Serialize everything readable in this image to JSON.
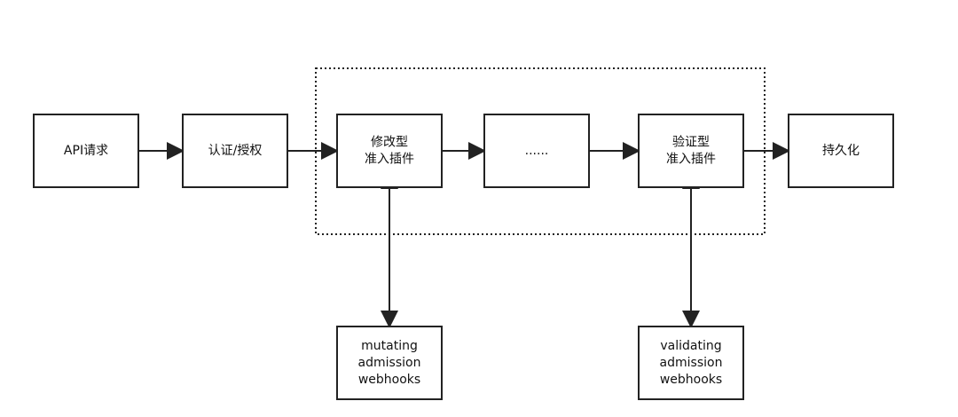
{
  "diagram": {
    "nodes": [
      {
        "id": "api-request",
        "lines": [
          "API请求"
        ]
      },
      {
        "id": "auth",
        "lines": [
          "认证/授权"
        ]
      },
      {
        "id": "mutating-plugin",
        "lines": [
          "修改型",
          "准入插件"
        ]
      },
      {
        "id": "ellipsis",
        "lines": [
          "......"
        ]
      },
      {
        "id": "validating-plugin",
        "lines": [
          "验证型",
          "准入插件"
        ]
      },
      {
        "id": "persistence",
        "lines": [
          "持久化"
        ]
      },
      {
        "id": "mutating-webhooks",
        "lines": [
          "mutating",
          "admission",
          "webhooks"
        ]
      },
      {
        "id": "validating-webhooks",
        "lines": [
          "validating",
          "admission",
          "webhooks"
        ]
      }
    ],
    "edges": [
      {
        "from": "api-request",
        "to": "auth",
        "direction": "forward"
      },
      {
        "from": "auth",
        "to": "mutating-plugin",
        "direction": "forward"
      },
      {
        "from": "mutating-plugin",
        "to": "ellipsis",
        "direction": "forward"
      },
      {
        "from": "ellipsis",
        "to": "validating-plugin",
        "direction": "forward"
      },
      {
        "from": "validating-plugin",
        "to": "persistence",
        "direction": "forward"
      },
      {
        "from": "mutating-plugin",
        "to": "mutating-webhooks",
        "direction": "both"
      },
      {
        "from": "validating-plugin",
        "to": "validating-webhooks",
        "direction": "both"
      }
    ],
    "groups": [
      {
        "id": "admission-plugins-group",
        "members": [
          "mutating-plugin",
          "ellipsis",
          "validating-plugin"
        ],
        "style": "dotted"
      }
    ]
  }
}
